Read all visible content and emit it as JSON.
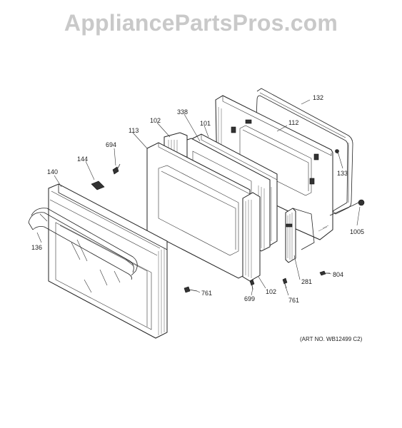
{
  "watermark": "AppliancePartsPros.com",
  "art_number": "(ART NO. WB12499 C2)",
  "parts": {
    "p132": "132",
    "p112": "112",
    "p338": "338",
    "p101": "101",
    "p102_top": "102",
    "p113": "113",
    "p694": "694",
    "p144": "144",
    "p140": "140",
    "p136": "136",
    "p133": "133",
    "p1005": "1005",
    "p804": "804",
    "p281": "281",
    "p761_right": "761",
    "p102_bottom": "102",
    "p699": "699",
    "p761_left": "761"
  }
}
